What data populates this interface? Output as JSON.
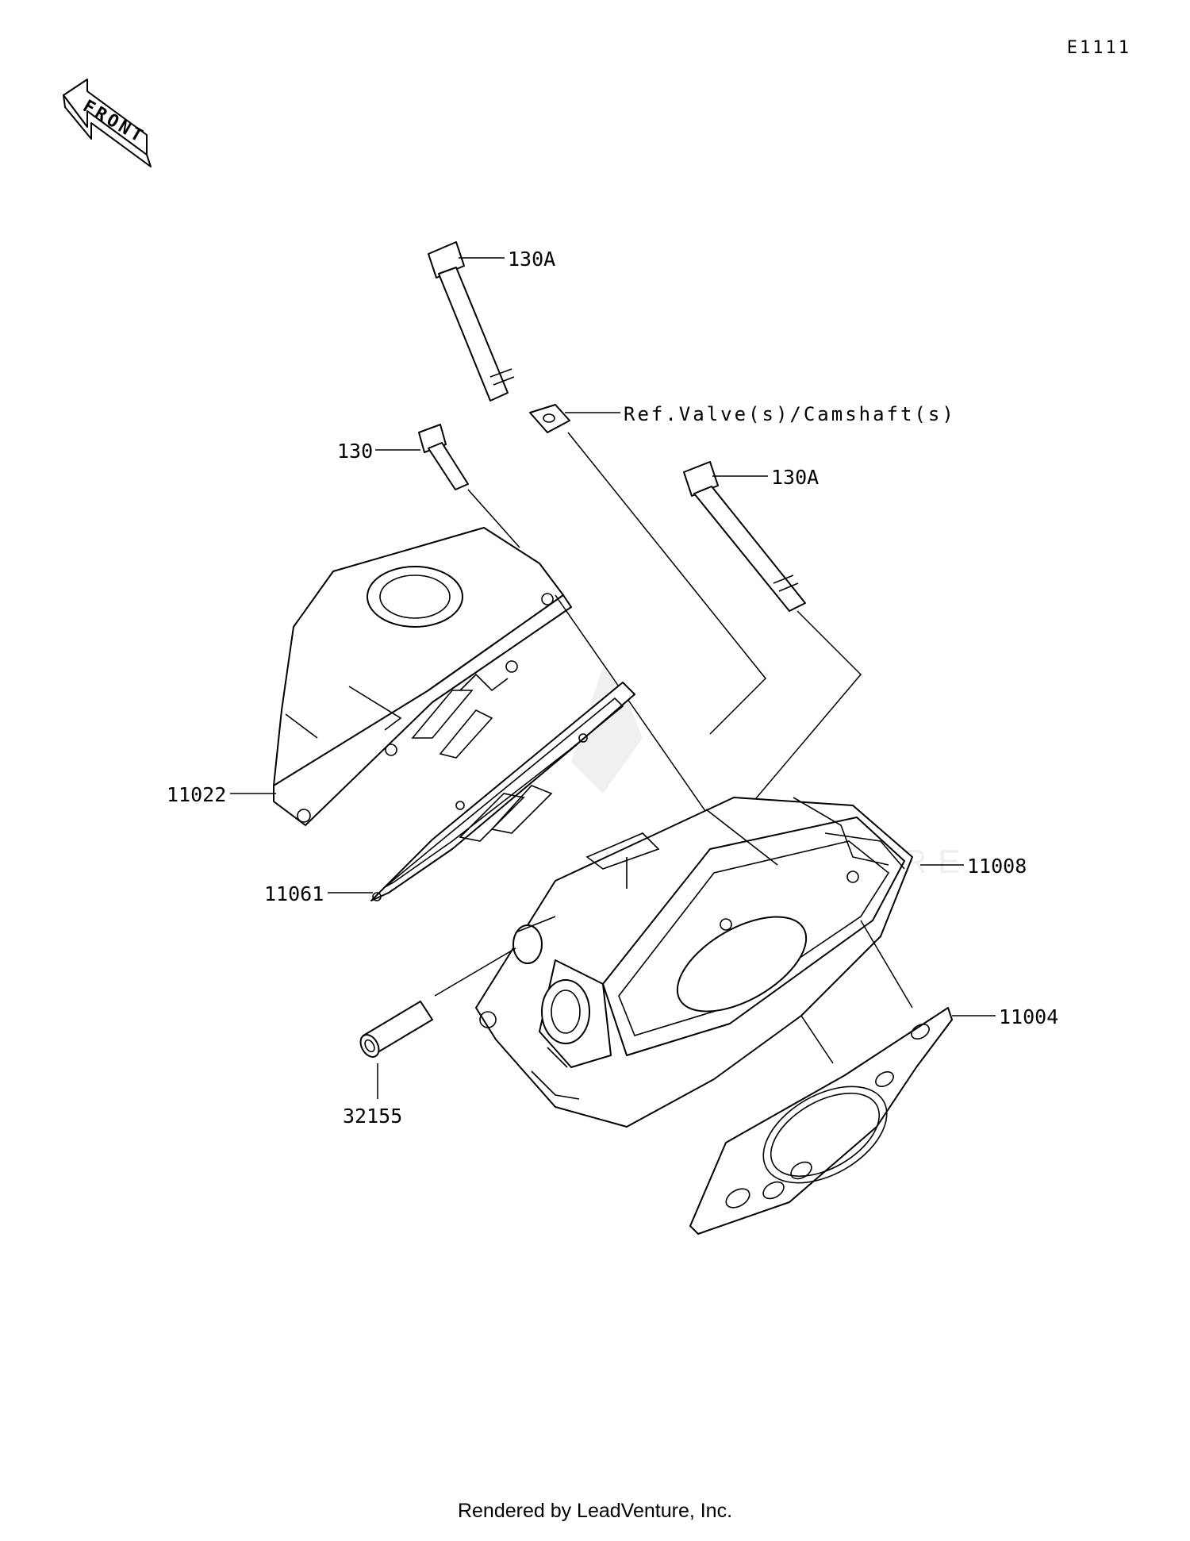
{
  "diagram_code": "E1111",
  "front_label": "FRONT",
  "footer": "Rendered by LeadVenture, Inc.",
  "watermark": "LEADVENTURE",
  "callouts": {
    "bolt_130a_top": "130A",
    "ref_valve": "Ref.Valve(s)/Camshaft(s)",
    "bolt_130": "130",
    "bolt_130a_right": "130A",
    "cover": "11022",
    "cover_gasket": "11061",
    "cylinder_head": "11008",
    "head_gasket": "11004",
    "pipe": "32155"
  }
}
